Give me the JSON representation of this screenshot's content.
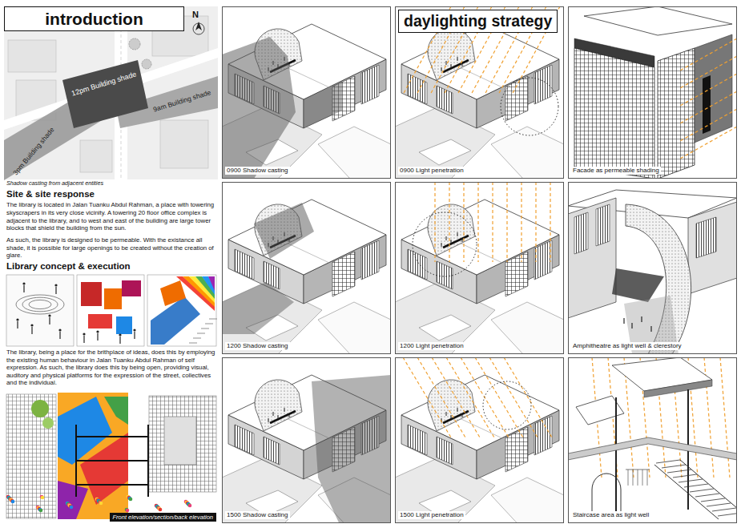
{
  "diagram": {
    "nodes": [
      {
        "text": [
          "Shadow casting from adjacent entities",
          "Site & site response",
          "The library is located in Jalan Tuanku Abdul Rahman, a place with towering skyscrapers in its very close vicinity. A towering 20 floor office complex is adjacent to the library, and to west and east of the building are large tower blocks that shield the building from the sun.",
          "As such, the library is designed to be permeable. With the existance all shade, it is possible for large openings to be created without the creation of glare.",
          "Library concept & execution",
          "The library, being a place for the brithplace of ideas, does this by employing the existing human behaviour in Jalan Tuanku Abdul Rahman of self expression. As such, the library does this by being open, providing visual, auditory and physical platforms for the expression of the street, collectives and the individual."
        ]
      },
      {
        "text": [
          "introduction"
        ],
        "in": 0
      },
      {
        "text": [
          "Front elevation/section/back elevation"
        ],
        "in": 0
      },
      {
        "text": [
          "0900 Shadow casting"
        ]
      },
      {
        "text": [
          "0900 Light penetration"
        ]
      },
      {
        "text": [
          "daylighting strategy"
        ],
        "in": 4
      },
      {
        "text": [
          "Facade as permeable shading"
        ]
      },
      {
        "text": [
          "1200 Shadow casting"
        ]
      },
      {
        "text": [
          "1200 Light penetration"
        ]
      },
      {
        "text": [
          "Amphitheatre as light well & clerestory"
        ]
      },
      {
        "text": [
          "1500 Shadow casting"
        ]
      },
      {
        "text": [
          "1500 Light penetration"
        ]
      },
      {
        "text": [
          "Staircase area as light well"
        ]
      }
    ],
    "labels": [
      "N",
      "12pm Building shade",
      "9am Building shade",
      "3pm Building shade"
    ]
  }
}
